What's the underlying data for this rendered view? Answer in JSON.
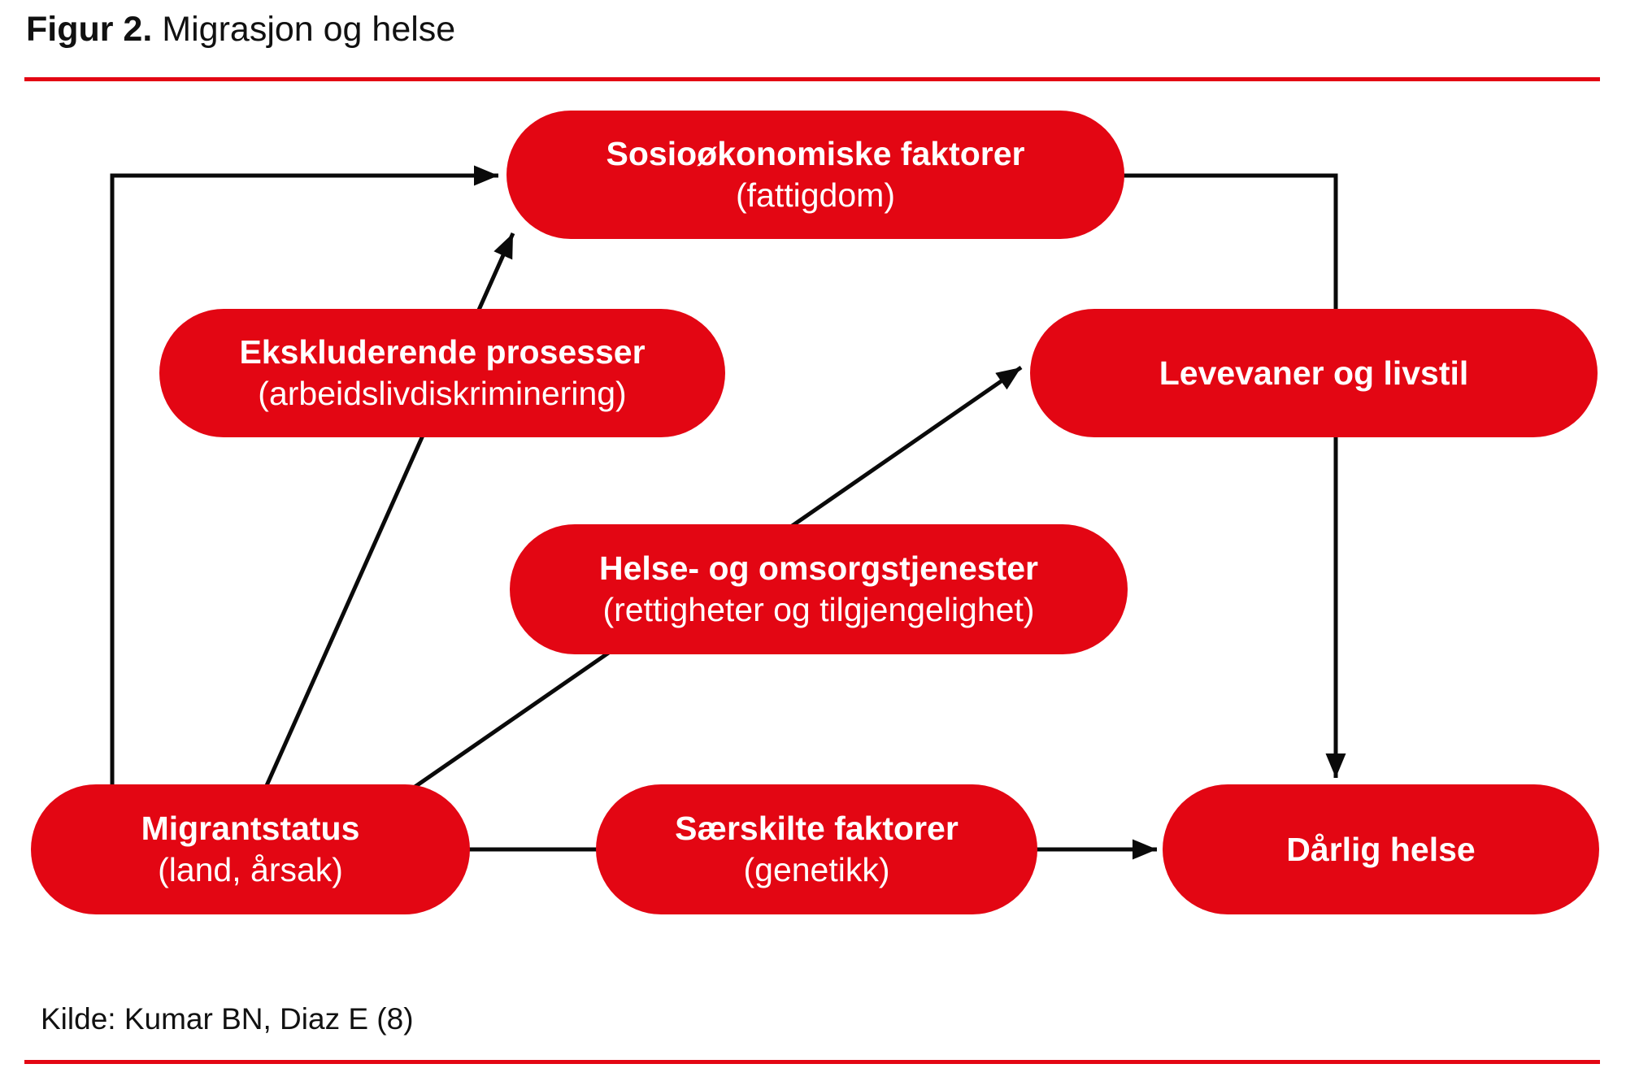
{
  "figure": {
    "title_prefix": "Figur 2.",
    "title_text": "Migrasjon og helse",
    "source": "Kilde: Kumar BN, Diaz E (8)"
  },
  "colors": {
    "accent_red": "#e30613",
    "line_black": "#0a0a0a",
    "text_white": "#ffffff",
    "text_black": "#111111"
  },
  "nodes": {
    "sosiookonomiske": {
      "line1": "Sosioøkonomiske faktorer",
      "line2": "(fattigdom)"
    },
    "ekskluderende": {
      "line1": "Ekskluderende prosesser",
      "line2": "(arbeidslivdiskriminering)"
    },
    "levevaner": {
      "line1": "Levevaner og livstil"
    },
    "helsetjenester": {
      "line1": "Helse- og omsorgstjenester",
      "line2": "(rettigheter og tilgjengelighet)"
    },
    "migrantstatus": {
      "line1": "Migrantstatus",
      "line2": "(land, årsak)"
    },
    "saerskilte": {
      "line1": "Særskilte faktorer",
      "line2": "(genetikk)"
    },
    "daarlig_helse": {
      "line1": "Dårlig helse"
    }
  },
  "connectors": [
    {
      "from": "migrantstatus",
      "to": "sosiookonomiske",
      "style": "elbow-left",
      "arrowhead": true
    },
    {
      "from": "migrantstatus",
      "via": "ekskluderende",
      "to": "sosiookonomiske",
      "style": "straight-behind-node",
      "arrowhead": true
    },
    {
      "from": "migrantstatus",
      "via": "helsetjenester",
      "to": "levevaner",
      "style": "straight-behind-node",
      "arrowhead": true
    },
    {
      "from": "sosiookonomiske",
      "to": "levevaner",
      "style": "elbow-right",
      "arrowhead": false
    },
    {
      "from": "levevaner",
      "to": "daarlig_helse",
      "style": "straight-vertical",
      "arrowhead": true
    },
    {
      "from": "migrantstatus",
      "via": "saerskilte",
      "to": "daarlig_helse",
      "style": "straight-behind-node",
      "arrowhead": true
    }
  ]
}
